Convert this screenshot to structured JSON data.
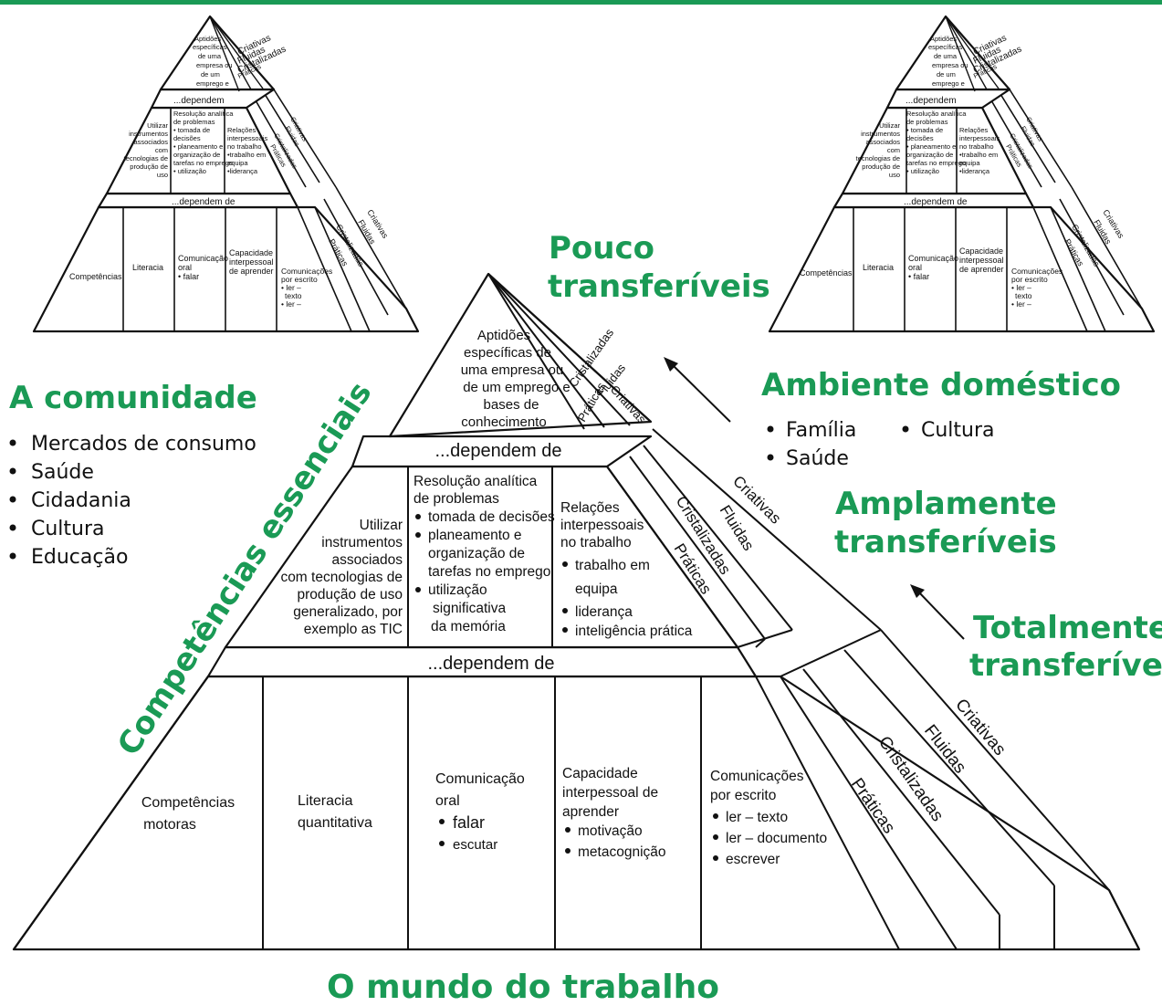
{
  "headings": {
    "pouco": [
      "Pouco",
      "transferíveis"
    ],
    "ambiente": "Ambiente doméstico",
    "amplamente": [
      "Amplamente",
      "transferíveis"
    ],
    "totalmente": [
      "Totalmente",
      "transferíveis"
    ],
    "comunidade": "A comunidade",
    "competencias": "Competências essenciais",
    "mundo": "O mundo do trabalho"
  },
  "ambiente_items": [
    "Família",
    "Cultura",
    "Saúde"
  ],
  "comunidade_items": [
    "Mercados de consumo",
    "Saúde",
    "Cidadania",
    "Cultura",
    "Educação"
  ],
  "levels": [
    "Práticas",
    "Cristalizadas",
    "Fluidas",
    "Criativas"
  ],
  "dependem": "...dependem de",
  "small_dependem_top": "...dependem",
  "top_tier": [
    "Aptidões",
    "específicas de",
    "uma empresa ou",
    "de um emprego e",
    "bases de",
    "conhecimento"
  ],
  "small_top_tier": [
    "Aptidões",
    "específicas",
    "de uma",
    "empresa ou",
    "de um",
    "emprego e"
  ],
  "mid_tier": {
    "col1": [
      "Utilizar",
      "instrumentos",
      "associados",
      "com tecnologias de",
      "produção de uso",
      "generalizado, por",
      "exemplo as TIC"
    ],
    "col2_title": [
      "Resolução analítica",
      "de problemas"
    ],
    "col2_bullets": [
      "tomada de decisões",
      "planeamento e",
      "organização de",
      "tarefas no emprego",
      "utilização",
      "significativa",
      "da memória"
    ],
    "col3_title": [
      "Relações",
      "interpessoais",
      "no trabalho"
    ],
    "col3_bullets": [
      "trabalho em",
      "equipa",
      "liderança",
      "inteligência prática"
    ]
  },
  "small_mid_tier": {
    "col1": [
      "Utilizar",
      "instrumentos",
      "associados",
      "com",
      "tecnologias de",
      "produção de",
      "uso"
    ],
    "col2": [
      "Resolução analítica",
      "de problemas",
      "• tomada de",
      "  decisões",
      "• planeamento e",
      "  organização de",
      "  tarefas no emprego",
      "• utilização"
    ],
    "col3": [
      "Relações",
      "interpessoais",
      "no trabalho",
      "•trabalho em",
      "  equipa",
      "•liderança"
    ]
  },
  "base_tier": {
    "col1": [
      "Competências",
      "motoras"
    ],
    "col2": [
      "Literacia",
      "quantitativa"
    ],
    "col3_title": [
      "Comunicação",
      "oral"
    ],
    "col3_bullets": [
      "falar",
      "escutar"
    ],
    "col4_title": [
      "Capacidade",
      "interpessoal de",
      "aprender"
    ],
    "col4_bullets": [
      "motivação",
      "metacognição"
    ],
    "col5_title": [
      "Comunicações",
      "por escrito"
    ],
    "col5_bullets": [
      "ler – texto",
      "ler – documento",
      "escrever"
    ]
  },
  "small_base_tier": {
    "col1": [
      "Competências"
    ],
    "col2": [
      "Literacia"
    ],
    "col3": [
      "Comunicação",
      "oral",
      "•  falar"
    ],
    "col4": [
      "Capacidade",
      "interpessoal",
      "de aprender"
    ],
    "col5": [
      "Comunicações",
      "por escrito",
      "•  ler –",
      "texto",
      "•  ler –"
    ]
  },
  "colors": {
    "accent_green": "#1a9a55",
    "line": "#111111"
  }
}
